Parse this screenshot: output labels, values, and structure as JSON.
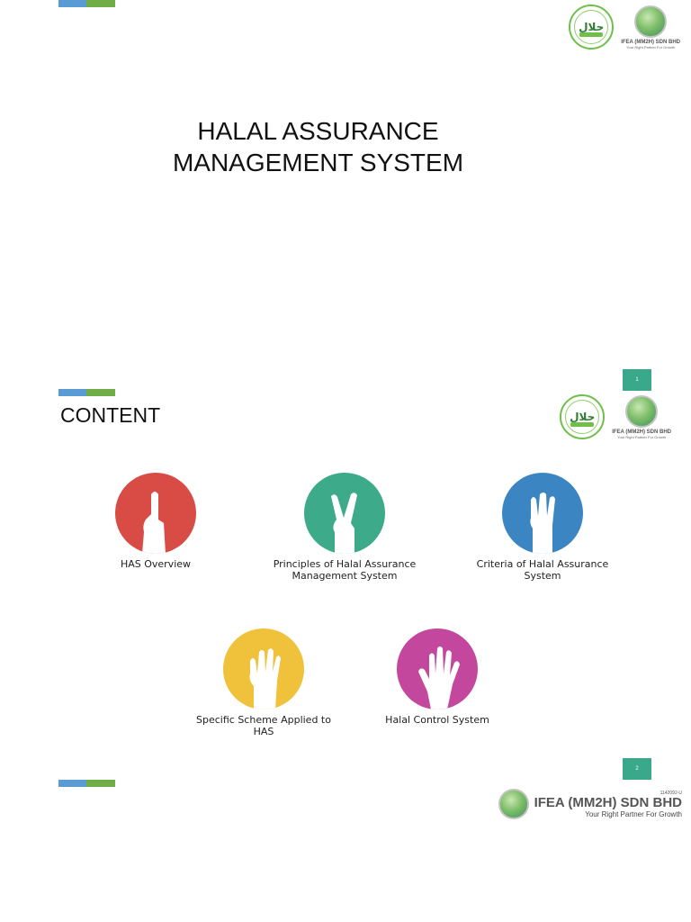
{
  "colors": {
    "accent_blue": "#5b9bd5",
    "accent_green": "#70ad47",
    "page_badge": "#3aa88a",
    "red": "#d94b45",
    "teal": "#3dab8a",
    "blue": "#3b86c2",
    "yellow": "#f0c13a",
    "magenta": "#c4479e"
  },
  "slide1": {
    "title_line1": "HALAL ASSURANCE",
    "title_line2": "MANAGEMENT SYSTEM",
    "page_number": "1"
  },
  "slide2": {
    "heading": "CONTENT",
    "page_number": "2",
    "items": [
      {
        "label": "HAS Overview",
        "icon": "one-finger-hand-icon",
        "color": "red"
      },
      {
        "label": "Principles of Halal Assurance Management System",
        "icon": "two-finger-hand-icon",
        "color": "teal"
      },
      {
        "label": "Criteria of Halal Assurance System",
        "icon": "three-finger-hand-icon",
        "color": "blue"
      },
      {
        "label": "Specific Scheme Applied to HAS",
        "icon": "four-finger-hand-icon",
        "color": "yellow"
      },
      {
        "label": "Halal Control System",
        "icon": "five-finger-hand-icon",
        "color": "magenta"
      }
    ]
  },
  "logos": {
    "halal_seal_text": "حلال",
    "ifea_name": "IFEA (MM2H) SDN BHD",
    "ifea_tagline": "Your Right Partner For Growth",
    "ifea_reg": "1142092-U"
  }
}
